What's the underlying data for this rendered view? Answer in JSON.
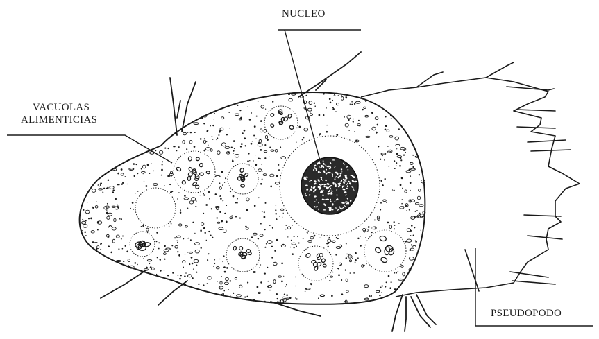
{
  "labels": {
    "nucleo": "NUCLEO",
    "vacuolas_line1": "VACUOLAS",
    "vacuolas_line2": "ALIMENTICIAS",
    "pseudopodo": "PSEUDOPODO"
  },
  "colors": {
    "ink": "#1a1a1a",
    "background": "#ffffff"
  }
}
